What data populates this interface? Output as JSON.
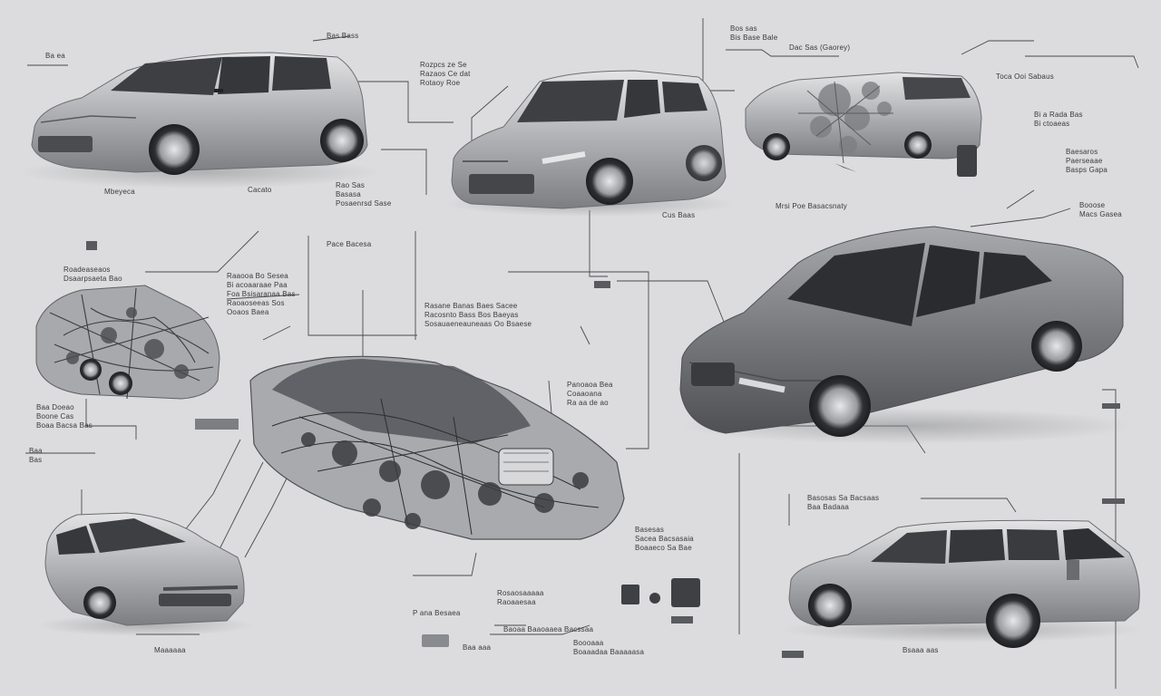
{
  "figure": {
    "background": "#dcdcde",
    "ink_color": "#4a4a4c",
    "car_body_light": "#bdbec0",
    "car_body_dark": "#7c7d80",
    "window_color": "#3e3f42",
    "vehicles": [
      {
        "id": "hatchback-top-left",
        "kind": "hatchback",
        "view": "front-three-quarter"
      },
      {
        "id": "hatchback-top-center",
        "kind": "hatchback",
        "view": "front-three-quarter"
      },
      {
        "id": "wrecked-hatchback-top-right",
        "kind": "hatchback",
        "view": "exploded"
      },
      {
        "id": "wrecked-car-mid-left",
        "kind": "sedan",
        "view": "exploded"
      },
      {
        "id": "sedan-right",
        "kind": "sedan",
        "view": "front-three-quarter"
      },
      {
        "id": "cutaway-engine-center",
        "kind": "coupe",
        "view": "cutaway"
      },
      {
        "id": "sedan-bottom-left",
        "kind": "sedan",
        "view": "front-three-quarter"
      },
      {
        "id": "wagon-bottom-right",
        "kind": "wagon",
        "view": "side"
      }
    ],
    "labels": [
      "Ba ea",
      "Bas Bass",
      "Rozpcs ze Se\nRazaos Ce dat\nRotaoy Roe",
      "Bos sas\nBis Base Bale",
      "Dac Sas (Gaorey)",
      "Toca Ooi Sabaus",
      "Bi a Rada Bas\nBi ctoaeas",
      "Baesaros\nPaerseaae\nBasps Gapa",
      "Mbeyeca",
      "Cacato",
      "Rao Sas\nBasasa\nPosaenrsd Sase",
      "Cus Baas",
      "Mrsi Poe Basacsnaty",
      "Pace Bacesa",
      "Roadeaseaos\nDsaarpsaeta Bao",
      "Raaooa Bo Sesea\nBi acoaaraae Paa\nFoa Bsisaranaa Bas\nRaoaoseeas Sos\nOoaos Baea",
      "Booose\nMacs Gasea",
      "Rasane Banas Baes Sacee\nRacosnto Bass Bos Baeyas\nSosauaeneauneaas Oo Bsaese",
      "Panoaoa Bea\nCoaaoana\nRa aa de ao",
      "Baa Doeao\nBoone Cas\nBoaa Bacsa Bas",
      "Baa\nBas",
      "Basesas\nSacea Bacsasaia\nBoaaeco Sa Bae",
      "Basosas Sa Bacsaas\nBaa Badaaa",
      "Rosaosaaaaa\nRaoaaesaa",
      "P ana Besaea",
      "Baoaa Baaoaaea Bacssaa",
      "Baa aaa",
      "Boooaaa\nBoaaadaa Baaaaasa",
      "Bsaaa aas",
      "Maaaaaa"
    ]
  }
}
